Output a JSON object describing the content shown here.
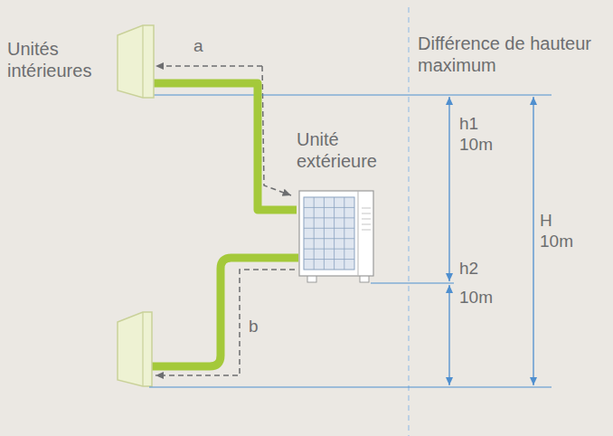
{
  "diagram": {
    "nodes": [
      {
        "text": [
          "Unités intérieures"
        ]
      },
      {
        "text": [
          "Unité extérieure"
        ]
      }
    ],
    "edges": [
      {
        "from": 0,
        "to": 1,
        "arrow": "none"
      }
    ],
    "labels": [
      "a",
      "b",
      "Différence de hauteur maximum",
      "h1",
      "10m",
      "h2",
      "10m",
      "H",
      "10m"
    ]
  }
}
